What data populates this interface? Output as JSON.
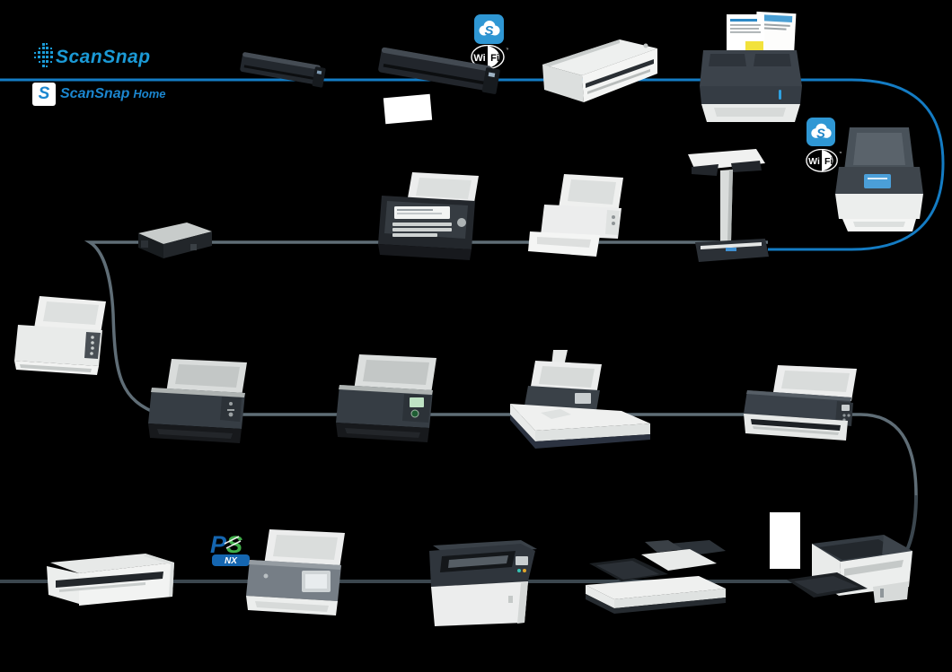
{
  "branding": {
    "scansnap_wordmark": "ScanSnap",
    "scansnap_home": {
      "icon_letter": "S",
      "wordmark": "ScanSnap",
      "suffix": "Home"
    }
  },
  "badges": {
    "scansnap_cloud": {
      "letter": "S"
    },
    "wifi": {
      "wi": "Wi",
      "fi": "Fi",
      "tm": "™"
    }
  },
  "logos": {
    "paperstream_nx": {
      "p": "P",
      "s": "S",
      "nx": "NX"
    }
  },
  "lines": {
    "scansnap_series_color": "#147cc4",
    "fi_series_color": "#5f6d76",
    "fi_series_dark_color": "#3b464e"
  },
  "palette": {
    "background": "#000000",
    "scansnap_blue": "#1b9ad6",
    "home_blue": "#1b86cf",
    "cloud_badge_blue": "#2f97d4",
    "ps_blue": "#1566b0",
    "ps_green": "#3faf49",
    "document_yellow": "#f2e23c"
  },
  "products": [
    {
      "id": "stick-scanner-compact",
      "row": 1
    },
    {
      "id": "stick-scanner-wifi",
      "row": 1
    },
    {
      "id": "paper-sheet",
      "row": 1
    },
    {
      "id": "compact-desktop-scanner",
      "row": 1
    },
    {
      "id": "desktop-adf-scanner-with-documents",
      "row": 1
    },
    {
      "id": "touchscreen-desktop-scanner",
      "row": 2
    },
    {
      "id": "overhead-book-scanner",
      "row": 2
    },
    {
      "id": "white-adf-scanner",
      "row": 2
    },
    {
      "id": "network-scanner-keyboard",
      "row": 2
    },
    {
      "id": "small-flatbed-scanner",
      "row": 2
    },
    {
      "id": "white-adf-scanner-compact",
      "row": 3
    },
    {
      "id": "charcoal-adf-scanner",
      "row": 3
    },
    {
      "id": "charcoal-adf-scanner-lcd",
      "row": 3
    },
    {
      "id": "flatbed-adf-combo-scanner",
      "row": 3
    },
    {
      "id": "wide-adf-scanner",
      "row": 3
    },
    {
      "id": "compact-wand-scanner",
      "row": 4
    },
    {
      "id": "touchscreen-network-adf-scanner",
      "row": 4
    },
    {
      "id": "production-scanner",
      "row": 4
    },
    {
      "id": "production-flatbed-scanner",
      "row": 4
    },
    {
      "id": "paper-card",
      "row": 4
    },
    {
      "id": "heavy-duty-production-scanner",
      "row": 4
    }
  ]
}
